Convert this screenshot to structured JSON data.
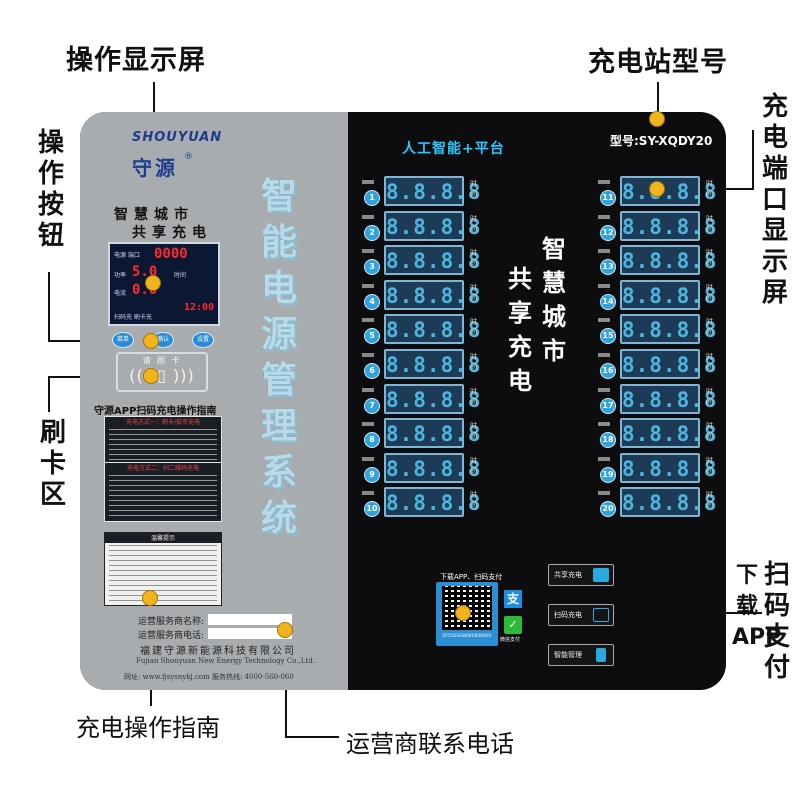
{
  "annotations": {
    "display_screen": "操作显示屏",
    "station_model": "充电站型号",
    "port_display": "充电端口显示屏",
    "operation_buttons": "操作按钮",
    "card_area": "刷卡区",
    "scan_pay": "扫码支付",
    "download_app": "下载APP",
    "guide": "充电操作指南",
    "operator_phone": "运营商联系电话"
  },
  "device": {
    "brand_en": "SHOUYUAN",
    "brand_cn": "守源",
    "brand_reg": "®",
    "slogan_line1": "智慧城市",
    "slogan_line2": "共享充电",
    "vertical_title": [
      "智",
      "能",
      "电",
      "源",
      "管",
      "理",
      "系",
      "统"
    ],
    "top_slogan": "人工智能+平台",
    "model": "型号:SY-XQDY20",
    "center_slogan_col1": [
      "共",
      "享",
      "充",
      "电"
    ],
    "center_slogan_col2": [
      "智",
      "慧",
      "城",
      "市"
    ],
    "card_label": "请 刷 卡",
    "card_waves": "((( ▯ )))",
    "guide_title": "守源APP扫码充电操作指南",
    "guide_section1": "充电方式一：刷卡/投币充电",
    "guide_section2": "充电方式二：扫二维码充电",
    "guide_section3": "温馨提示",
    "ops_name_label": "运营服务商名称:",
    "ops_phone_label": "运营服务商电话:",
    "company_cn": "福建守源新能源科技有限公司",
    "company_en": "Fujian Shouyuan New Energy Technology Co.,Ltd.",
    "website": "网址: www.fjsysnykj.com   服务热线: 4000-560-060",
    "lcd": {
      "port_label": "电源 端口",
      "big_digits": "0000",
      "power_label": "功率",
      "power_value": "5.0",
      "current_label": "电流",
      "current_value": "0.0",
      "time_label": "时间",
      "time_value": "12:00",
      "status_text": "扫码充  刷卡充"
    },
    "buttons": [
      "菜单",
      "确认",
      "设置"
    ],
    "port_digits": "8.8.8.8",
    "port_time_label": "时间",
    "qr_label": "下载APP、扫码支付",
    "qr_id": "SY5503G8001808001",
    "alipay_label": "支",
    "wechat_label": "微信支付",
    "func_buttons": [
      "共享充电",
      "扫码充电",
      "智能管理"
    ]
  },
  "ports_left": [
    "1",
    "2",
    "3",
    "4",
    "5",
    "6",
    "7",
    "8",
    "9",
    "10"
  ],
  "ports_right": [
    "11",
    "12",
    "13",
    "14",
    "15",
    "16",
    "17",
    "18",
    "19",
    "20"
  ],
  "colors": {
    "marker": "#f1b41c",
    "panel_dark": "#0d0d0f",
    "panel_grey": "#a9acaf",
    "accent_blue": "#2ea3dc"
  }
}
